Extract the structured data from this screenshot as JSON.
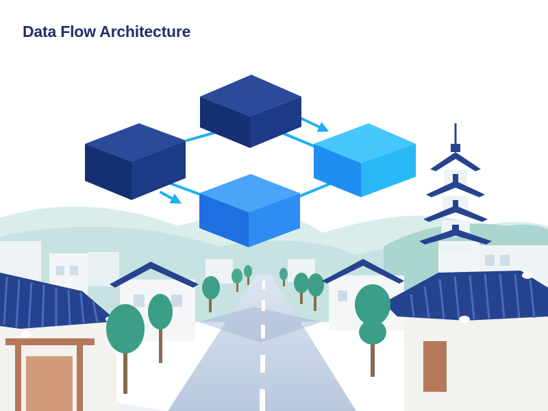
{
  "header": {
    "title": "Data Flow Architecture"
  },
  "colors": {
    "title": "#1f2f6b",
    "dark_block": "#1d3a86",
    "light_block": "#2f8cf3",
    "cyan_block": "#28b8f6",
    "arrow": "#1fb0f0",
    "roof": "#2a4a96",
    "tree": "#3aa88c",
    "hill": "#c9e6e4",
    "road": "#c3d0e3"
  },
  "diagram": {
    "nodes": [
      {
        "id": "node-left",
        "tone": "dark"
      },
      {
        "id": "node-top",
        "tone": "dark"
      },
      {
        "id": "node-right",
        "tone": "cyan"
      },
      {
        "id": "node-bottom",
        "tone": "light"
      }
    ],
    "edges": [
      {
        "from": "node-left",
        "to": "node-top",
        "arrowhead": false
      },
      {
        "from": "node-top",
        "to": "node-right",
        "arrowhead": true
      },
      {
        "from": "node-left",
        "to": "node-bottom",
        "arrowhead": true
      },
      {
        "from": "node-bottom",
        "to": "node-right",
        "arrowhead": false
      }
    ]
  },
  "scene": {
    "elements": [
      "hills",
      "houses",
      "hanok-roofs",
      "trees",
      "road",
      "pagoda"
    ]
  }
}
